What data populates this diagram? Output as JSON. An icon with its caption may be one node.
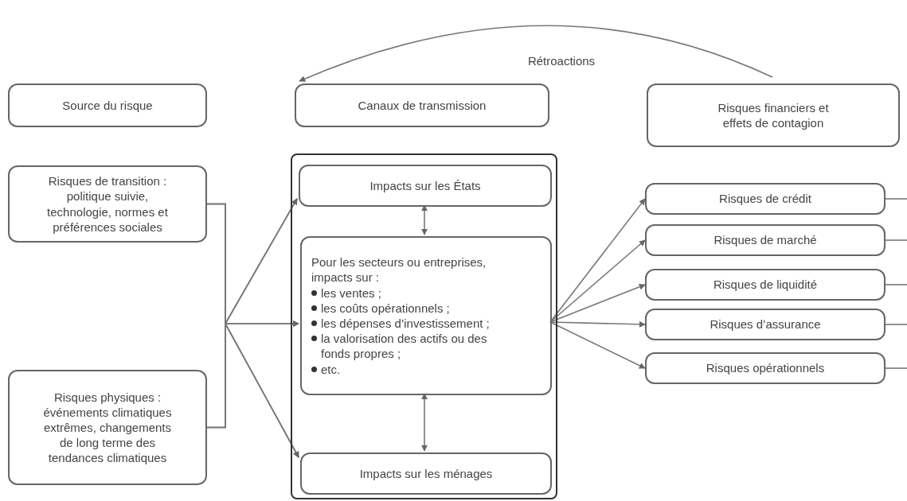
{
  "diagram": {
    "nodes": [
      {
        "text": [
          "Source du risque"
        ]
      },
      {
        "text": [
          "Canaux de transmission"
        ]
      },
      {
        "text": [
          "Risques financiers et effets de contagion"
        ]
      },
      {
        "text": [
          "Risques de transition : politique suivie, technologie, normes et préférences sociales"
        ]
      },
      {
        "text": [
          "Risques physiques : événements climatiques extrêmes, changements de long terme des tendances climatiques"
        ]
      },
      {
        "text": [],
        "shape": "box"
      },
      {
        "text": [
          "Impacts sur les États"
        ],
        "in": 5
      },
      {
        "text": [
          "Pour les secteurs ou entreprises, impacts sur :",
          "les ventes ;",
          "les coûts opérationnels ;",
          "les dépenses d’investissement ;",
          "la valorisation des actifs ou des fonds propres ;",
          "etc."
        ],
        "in": 5
      },
      {
        "text": [
          "Impacts sur les ménages"
        ],
        "in": 5
      },
      {
        "text": [
          "Risques de crédit"
        ]
      },
      {
        "text": [
          "Risques de marché"
        ]
      },
      {
        "text": [
          "Risques de liquidité"
        ]
      },
      {
        "text": [
          "Risques d’assurance"
        ]
      },
      {
        "text": [
          "Risques opérationnels"
        ]
      }
    ],
    "edges": [
      {
        "from": 3,
        "to": 6,
        "arrow": "to"
      },
      {
        "from": 3,
        "to": 7,
        "arrow": "to"
      },
      {
        "from": 3,
        "to": 8,
        "arrow": "to"
      },
      {
        "from": 4,
        "to": 6,
        "arrow": "to"
      },
      {
        "from": 4,
        "to": 7,
        "arrow": "to"
      },
      {
        "from": 4,
        "to": 8,
        "arrow": "to"
      },
      {
        "from": 6,
        "to": 7,
        "arrow": "both"
      },
      {
        "from": 7,
        "to": 8,
        "arrow": "both"
      },
      {
        "from": 7,
        "to": 9,
        "arrow": "to"
      },
      {
        "from": 7,
        "to": 10,
        "arrow": "to"
      },
      {
        "from": 7,
        "to": 11,
        "arrow": "to"
      },
      {
        "from": 7,
        "to": 12,
        "arrow": "to"
      },
      {
        "from": 7,
        "to": 13,
        "arrow": "to"
      },
      {
        "from": 9,
        "to": null,
        "arrow": "none"
      },
      {
        "from": 10,
        "to": null,
        "arrow": "none"
      },
      {
        "from": 11,
        "to": null,
        "arrow": "none"
      },
      {
        "from": 12,
        "to": null,
        "arrow": "none"
      },
      {
        "from": 13,
        "to": null,
        "arrow": "none"
      },
      {
        "from": 2,
        "to": 1,
        "arrow": "to",
        "label": "Rétroactions"
      }
    ]
  }
}
